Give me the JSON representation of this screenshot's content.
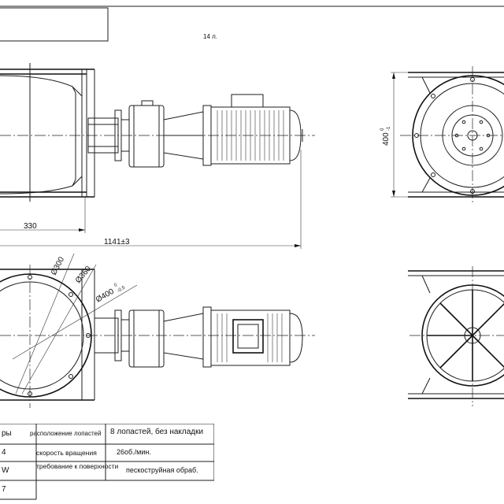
{
  "sheet": {
    "sheet_label": "14 л."
  },
  "dimensions": {
    "d330": "330",
    "d1141": "1141±3",
    "d400_height": "400",
    "d400_height_tol": "0",
    "d400_height_tol_lower": "-1",
    "dia300": "Ø300",
    "dia360": "Ø360",
    "dia400": "Ø400",
    "dia400_tol_upper": "0",
    "dia400_tol_lower": "-0.5"
  },
  "spec_table": {
    "left_fragments": [
      "ры",
      "4",
      "W",
      "7"
    ],
    "rows": [
      {
        "label": "расположение лопастей",
        "value": "8 лопастей, без накладки"
      },
      {
        "label": "скорость вращения",
        "value": "26об./мин."
      },
      {
        "label": "требование к поверхности",
        "value": "пескоструйная обраб."
      }
    ]
  }
}
